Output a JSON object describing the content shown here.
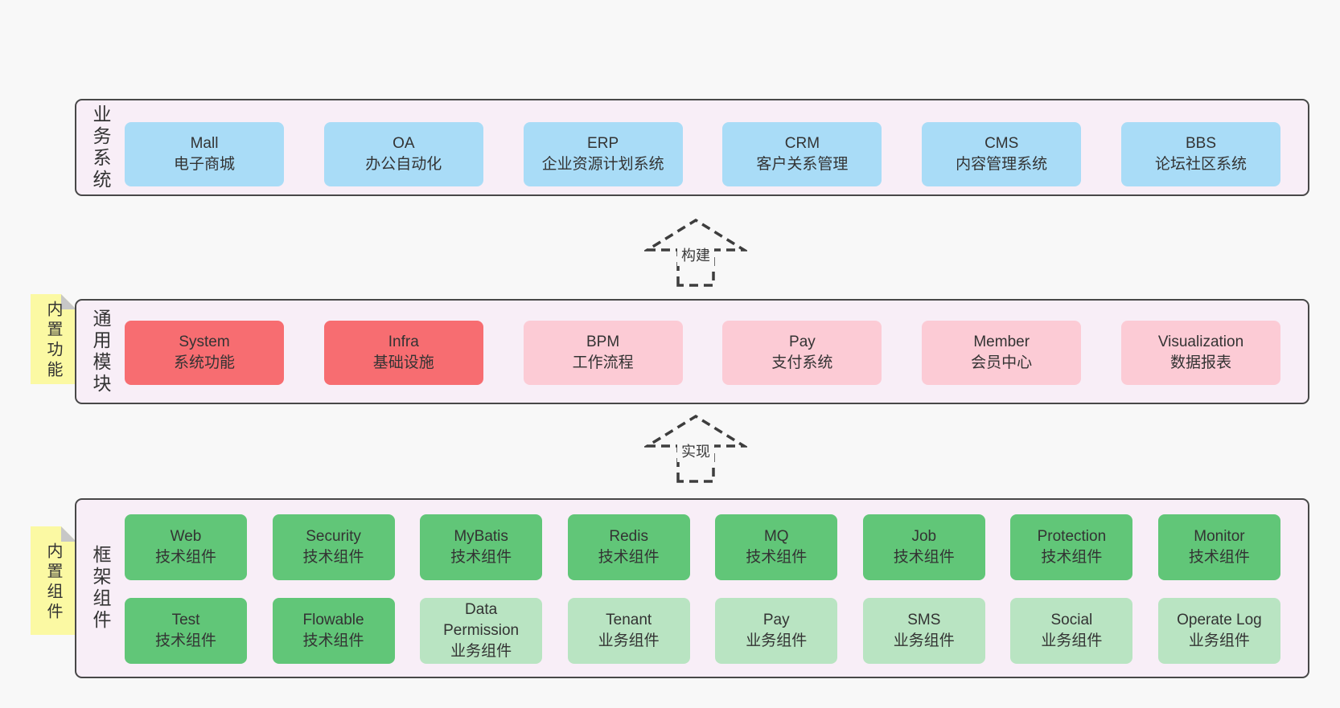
{
  "colors": {
    "page_bg": "#f8f8f8",
    "layer_bg": "#f8eef7",
    "layer_border": "#484848",
    "blue_box": "#a9dcf7",
    "red_box": "#f76d71",
    "pink_box": "#fccbd5",
    "tech_green_box": "#61c678",
    "biz_green_box": "#b9e4c2",
    "note_yellow": "#fbf9a3",
    "note_fold_gray": "#c7c7c7",
    "text": "#3a3a3a"
  },
  "business_layer": {
    "side_label": "业务系统",
    "boxes": [
      {
        "title": "Mall",
        "subtitle": "电子商城"
      },
      {
        "title": "OA",
        "subtitle": "办公自动化"
      },
      {
        "title": "ERP",
        "subtitle": "企业资源计划系统"
      },
      {
        "title": "CRM",
        "subtitle": "客户关系管理"
      },
      {
        "title": "CMS",
        "subtitle": "内容管理系统"
      },
      {
        "title": "BBS",
        "subtitle": "论坛社区系统"
      }
    ]
  },
  "build_arrow": {
    "label": "构建"
  },
  "modules_layer": {
    "side_label": "通用模块",
    "note": "内置功能",
    "boxes": [
      {
        "title": "System",
        "subtitle": "系统功能",
        "variant": "red"
      },
      {
        "title": "Infra",
        "subtitle": "基础设施",
        "variant": "red"
      },
      {
        "title": "BPM",
        "subtitle": "工作流程",
        "variant": "pink"
      },
      {
        "title": "Pay",
        "subtitle": "支付系统",
        "variant": "pink"
      },
      {
        "title": "Member",
        "subtitle": "会员中心",
        "variant": "pink"
      },
      {
        "title": "Visualization",
        "subtitle": "数据报表",
        "variant": "pink"
      }
    ]
  },
  "implement_arrow": {
    "label": "实现"
  },
  "components_layer": {
    "side_label": "框架组件",
    "note": "内置组件",
    "row1": [
      {
        "title": "Web",
        "subtitle": "技术组件",
        "variant": "tech"
      },
      {
        "title": "Security",
        "subtitle": "技术组件",
        "variant": "tech"
      },
      {
        "title": "MyBatis",
        "subtitle": "技术组件",
        "variant": "tech"
      },
      {
        "title": "Redis",
        "subtitle": "技术组件",
        "variant": "tech"
      },
      {
        "title": "MQ",
        "subtitle": "技术组件",
        "variant": "tech"
      },
      {
        "title": "Job",
        "subtitle": "技术组件",
        "variant": "tech"
      },
      {
        "title": "Protection",
        "subtitle": "技术组件",
        "variant": "tech"
      },
      {
        "title": "Monitor",
        "subtitle": "技术组件",
        "variant": "tech"
      }
    ],
    "row2": [
      {
        "title": "Test",
        "subtitle": "技术组件",
        "variant": "tech"
      },
      {
        "title": "Flowable",
        "subtitle": "技术组件",
        "variant": "tech"
      },
      {
        "title": "Data Permission",
        "subtitle": "业务组件",
        "variant": "biz"
      },
      {
        "title": "Tenant",
        "subtitle": "业务组件",
        "variant": "biz"
      },
      {
        "title": "Pay",
        "subtitle": "业务组件",
        "variant": "biz"
      },
      {
        "title": "SMS",
        "subtitle": "业务组件",
        "variant": "biz"
      },
      {
        "title": "Social",
        "subtitle": "业务组件",
        "variant": "biz"
      },
      {
        "title": "Operate Log",
        "subtitle": "业务组件",
        "variant": "biz"
      }
    ]
  }
}
